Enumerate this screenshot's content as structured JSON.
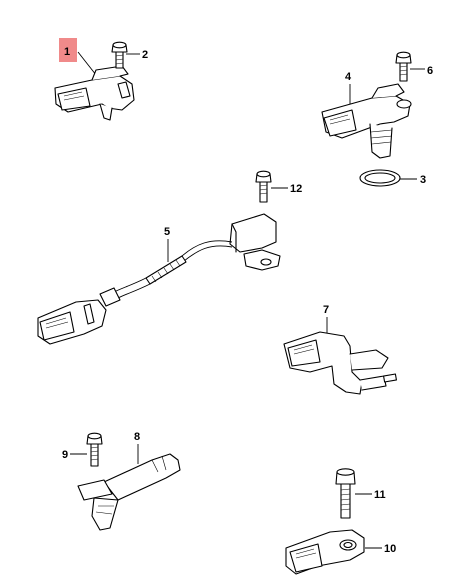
{
  "labels": {
    "p1": "1",
    "p2": "2",
    "p3": "3",
    "p4": "4",
    "p5": "5",
    "p6": "6",
    "p7": "7",
    "p8": "8",
    "p9": "9",
    "p10": "10",
    "p11": "11",
    "p12": "12"
  },
  "colors": {
    "highlight": "#f08a8a",
    "line": "#000000"
  }
}
